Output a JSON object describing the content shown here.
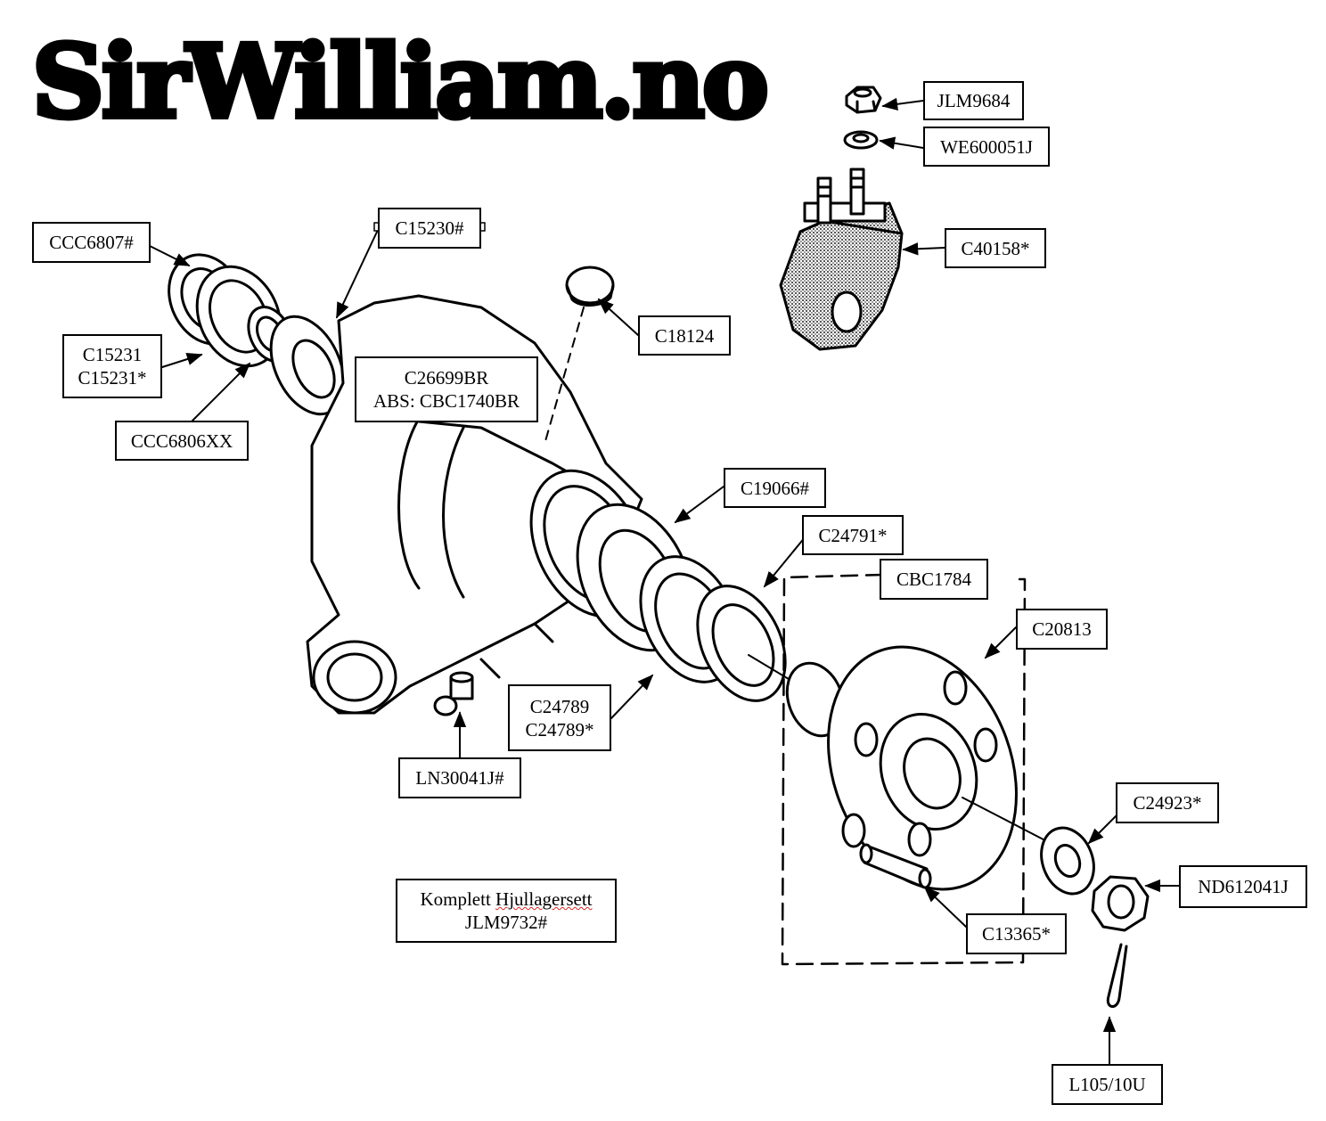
{
  "logo": {
    "text": "SirWilliam.no"
  },
  "labels": [
    {
      "id": "jlm9684",
      "text": "JLM9684"
    },
    {
      "id": "we600051j",
      "text": "WE600051J"
    },
    {
      "id": "c40158",
      "text": "C40158*"
    },
    {
      "id": "ccc6807",
      "text": "CCC6807#"
    },
    {
      "id": "c15230",
      "text": "C15230#"
    },
    {
      "id": "c15231",
      "text": "C15231\nC15231*"
    },
    {
      "id": "ccc6806xx",
      "text": "CCC6806XX"
    },
    {
      "id": "c18124",
      "text": "C18124"
    },
    {
      "id": "c26699br",
      "text": "C26699BR\nABS: CBC1740BR"
    },
    {
      "id": "c19066",
      "text": "C19066#"
    },
    {
      "id": "c24791",
      "text": "C24791*"
    },
    {
      "id": "cbc1784",
      "text": "CBC1784"
    },
    {
      "id": "c20813",
      "text": "C20813"
    },
    {
      "id": "c24789",
      "text": "C24789\nC24789*"
    },
    {
      "id": "ln30041j",
      "text": "LN30041J#"
    },
    {
      "id": "c24923",
      "text": "C24923*"
    },
    {
      "id": "nd612041j",
      "text": "ND612041J"
    },
    {
      "id": "c13365",
      "text": "C13365*"
    },
    {
      "id": "l105",
      "text": "L105/10U"
    }
  ],
  "kit_note": {
    "line1_prefix": "Komplett ",
    "line1_word": "Hjullagersett",
    "line2": "JLM9732#"
  },
  "colors": {
    "ink": "#000000",
    "spellcheck": "#cc2a2a"
  }
}
